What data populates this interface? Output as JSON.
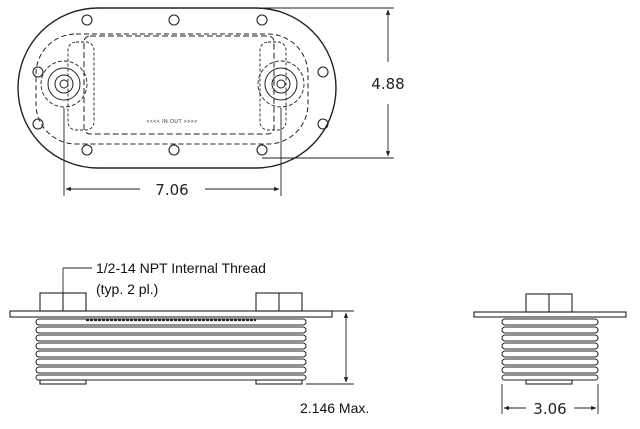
{
  "dimensions": {
    "height": "4.88",
    "length": "7.06",
    "width": "3.06",
    "thickness": "2.146 Max."
  },
  "callout": {
    "line1": "1/2-14 NPT Internal Thread",
    "line2": "(typ. 2 pl.)"
  },
  "flow_label": "<<<< IN OUT >>>>"
}
